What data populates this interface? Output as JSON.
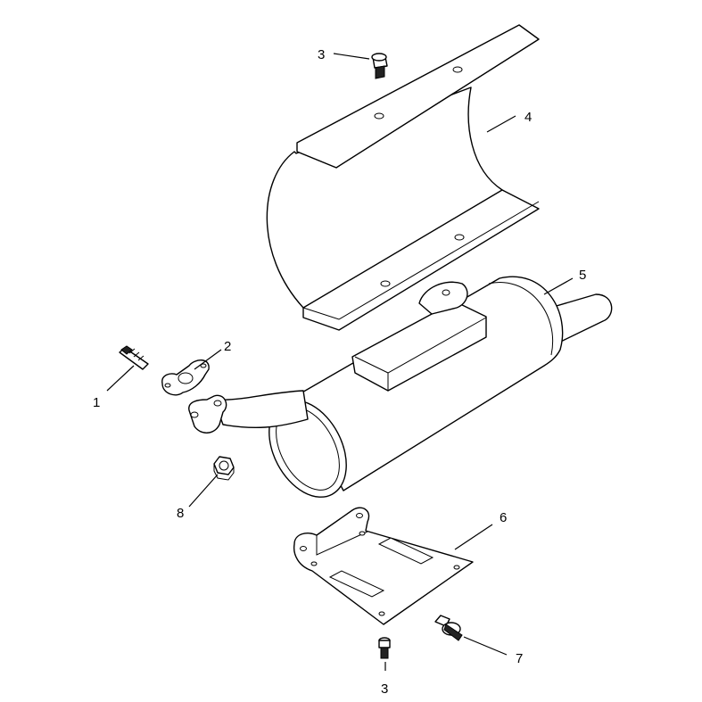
{
  "callouts": {
    "c1": "1",
    "c2": "2",
    "c3_top": "3",
    "c3_bottom": "3",
    "c4": "4",
    "c5": "5",
    "c6": "6",
    "c7": "7",
    "c8": "8"
  }
}
